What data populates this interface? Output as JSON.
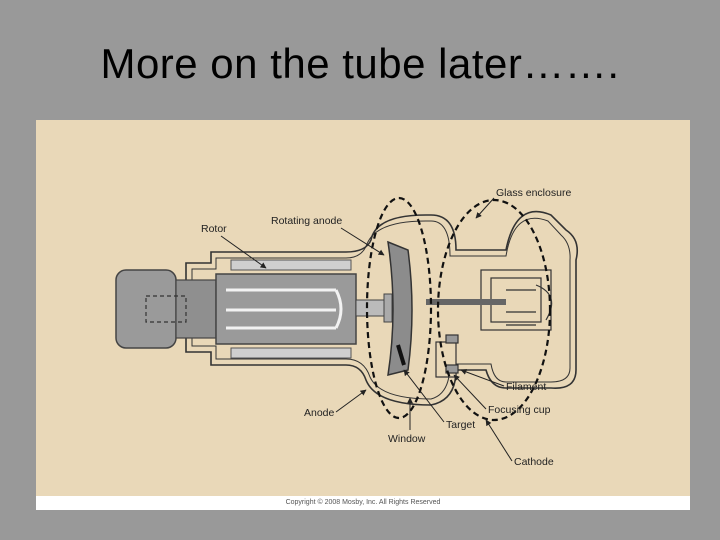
{
  "slide": {
    "title": "More on the tube later……."
  },
  "diagram": {
    "labels": {
      "rotor": "Rotor",
      "rotating_anode": "Rotating anode",
      "glass_enclosure": "Glass enclosure",
      "anode": "Anode",
      "window": "Window",
      "target": "Target",
      "filament": "Filament",
      "focusing_cup": "Focusing cup",
      "cathode": "Cathode"
    },
    "copyright": "Copyright © 2008 Mosby, Inc. All Rights Reserved"
  },
  "colors": {
    "background": "#999999",
    "panel": "#e9d8b8",
    "tube_body": "#8f8f8f",
    "line": "#222222"
  }
}
